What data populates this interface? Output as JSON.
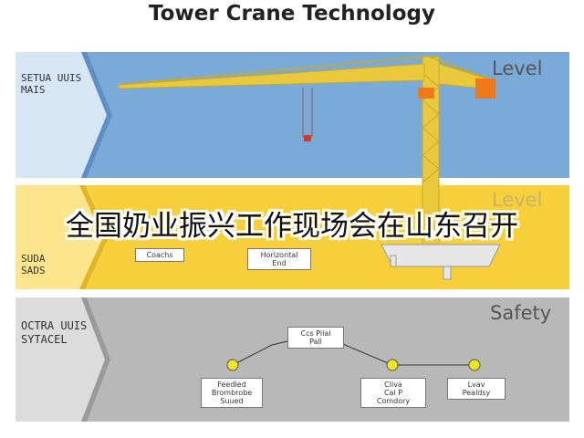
{
  "title": "Tower Crane Technology",
  "caption": "全国奶业振兴工作现场会在山东召开",
  "bands": [
    {
      "side_text": "SETUA UUIS\nMAIS",
      "level_label": "Level",
      "color": "#7aaad8"
    },
    {
      "side_text": "SUDA\nSADS",
      "level_label": "Level",
      "color": "#f7cf3a",
      "boxes": [
        "Coachs",
        "Horizontal\nEnd"
      ]
    },
    {
      "side_text": "OCTRA UUIS\nSYTACEL",
      "level_label": "Safety",
      "color": "#b8b8b8",
      "root_box": "Ccs Pilal\nPall",
      "boxes": [
        "Feedled\nBrombrobe\nSuued",
        "Cliva\nCal P\nComdory",
        "Lvav\nPealdsy"
      ]
    }
  ],
  "colors": {
    "crane": "#e9c93b",
    "counterweight": "#f07a1a",
    "node": "#f2e61e"
  }
}
